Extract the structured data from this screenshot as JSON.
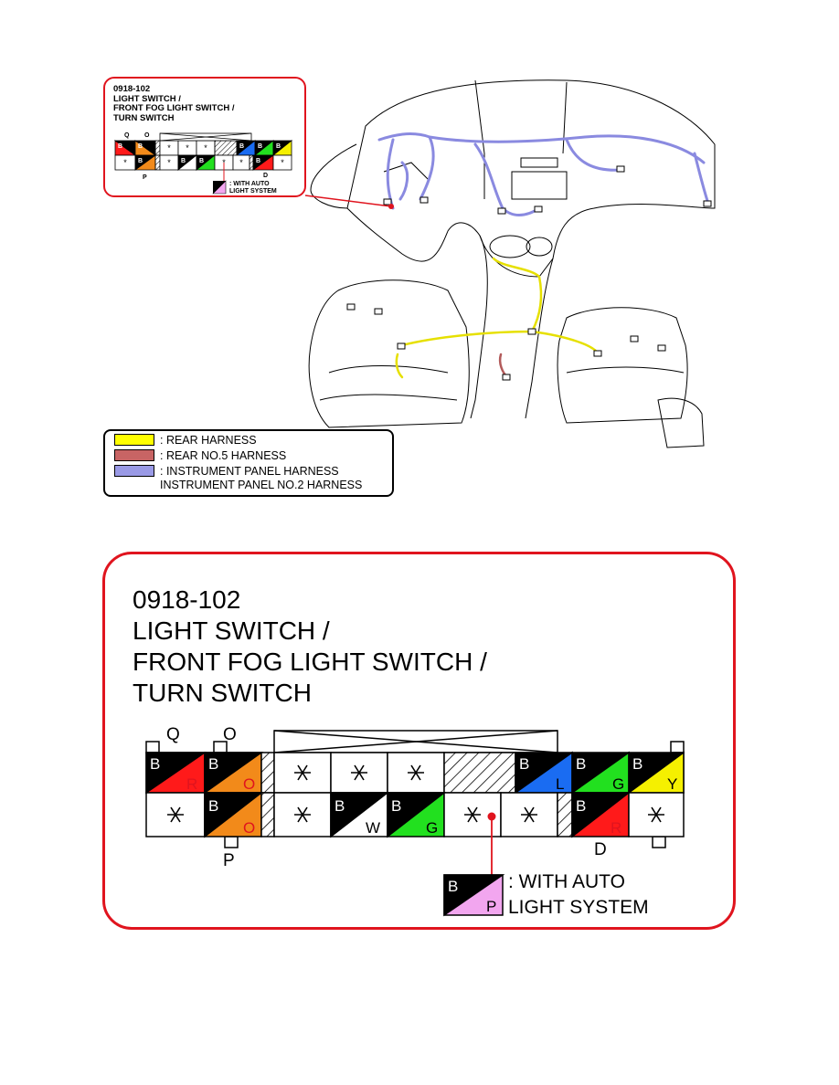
{
  "connector": {
    "code": "0918-102",
    "name_lines": [
      "LIGHT SWITCH /",
      "FRONT FOG LIGHT SWITCH /",
      "TURN SWITCH"
    ],
    "terminal_labels": {
      "top_q": "Q",
      "top_o": "O",
      "bottom_p": "P",
      "bottom_d": "D"
    },
    "wire_codes": {
      "B": "B",
      "R": "R",
      "O": "O",
      "L": "L",
      "G": "G",
      "Y": "Y",
      "W": "W",
      "P": "P"
    },
    "note_lines": [
      ": WITH AUTO",
      "LIGHT SYSTEM"
    ],
    "colors": {
      "black": "#000000",
      "red": "#ff1a1a",
      "orange": "#f28a1a",
      "blue": "#1a6cf2",
      "green": "#22e01f",
      "yellow": "#f5f000",
      "white": "#ffffff",
      "pink": "#f2a6ef"
    }
  },
  "legend": {
    "items": [
      {
        "label": ": REAR HARNESS",
        "color": "#ffff00"
      },
      {
        "label": ": REAR NO.5 HARNESS",
        "color": "#c86464"
      },
      {
        "label": ": INSTRUMENT PANEL HARNESS",
        "color": "#9a9ae6"
      }
    ],
    "extra_line": "INSTRUMENT PANEL NO.2 HARNESS"
  },
  "harness_colors": {
    "instrument_panel": "#8a8ae0",
    "rear": "#e6e000",
    "rear_no5": "#b25a5a"
  }
}
